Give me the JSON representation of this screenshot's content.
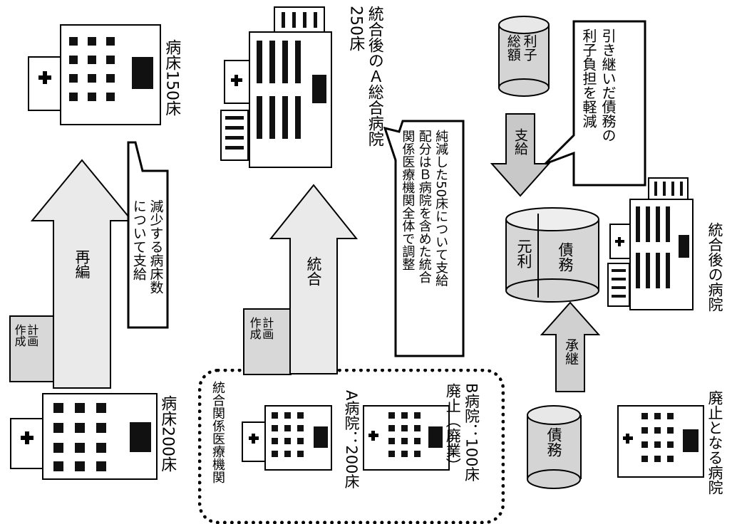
{
  "panel1": {
    "before_label": "病床200床",
    "plan_tag": "計画\n作成",
    "arrow_label": "再編",
    "callout": "減少する病床数\nについて支給",
    "after_label": "病床150床"
  },
  "panel2": {
    "group_label": "統合関係医療機関",
    "hospital_a": "A病院：200床",
    "hospital_b": "B病院：100床\n廃止（廃業）",
    "plan_tag": "計画\n作成",
    "arrow_label": "統合",
    "callout": "純減した50床について支給\n配分はＢ病院を含めた統合\n関係医療機関全体で調整",
    "after_label": "統合後のＡ総合病院\n250床"
  },
  "panel3": {
    "closing_label": "廃止となる病院",
    "debt_label": "債務",
    "succession_arrow": "承継",
    "principal_label": "元利",
    "debt2_label": "債務",
    "after_label": "統合後の病院",
    "payment_arrow": "支給",
    "interest_label": "利子\n総額",
    "callout": "引き継いだ債務の\n利子負担を軽減"
  }
}
